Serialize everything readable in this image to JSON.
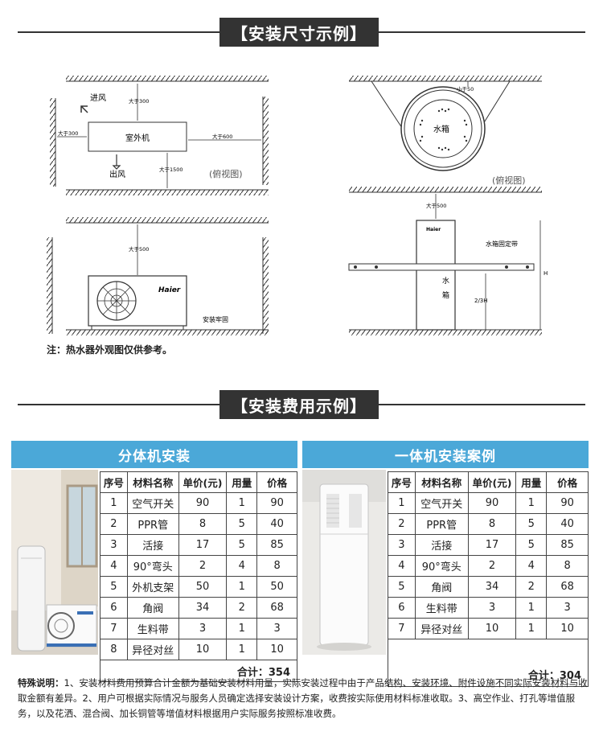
{
  "section1": {
    "title": "【安装尺寸示例】"
  },
  "diagram": {
    "outdoor_top": {
      "unit_label": "室外机",
      "air_in": "进风",
      "air_out": "出风",
      "gap_top": "大于300",
      "gap_left": "大于300",
      "gap_right": "大于600",
      "gap_bottom": "大于1500",
      "view": "(俯视图)"
    },
    "tank_top": {
      "tank_label": "水箱",
      "gap_top": "小于50",
      "view": "(俯视图)"
    },
    "outdoor_front": {
      "gap_top": "大于500",
      "brand": "Haier",
      "secure": "安装牢固"
    },
    "tank_side": {
      "gap_top": "大于500",
      "brand": "Haier",
      "strap": "水箱固定带",
      "tank_v1": "水",
      "tank_v2": "箱",
      "height": "H",
      "two_thirds": "2/3H"
    }
  },
  "note": "注：热水器外观图仅供参考。",
  "section2": {
    "title": "【安装费用示例】"
  },
  "split": {
    "heading": "分体机安装",
    "columns": [
      "序号",
      "材料名称",
      "单价(元)",
      "用量",
      "价格"
    ],
    "rows": [
      [
        "1",
        "空气开关",
        "90",
        "1",
        "90"
      ],
      [
        "2",
        "PPR管",
        "8",
        "5",
        "40"
      ],
      [
        "3",
        "活接",
        "17",
        "5",
        "85"
      ],
      [
        "4",
        "90°弯头",
        "2",
        "4",
        "8"
      ],
      [
        "5",
        "外机支架",
        "50",
        "1",
        "50"
      ],
      [
        "6",
        "角阀",
        "34",
        "2",
        "68"
      ],
      [
        "7",
        "生料带",
        "3",
        "1",
        "3"
      ],
      [
        "8",
        "异径对丝",
        "10",
        "1",
        "10"
      ]
    ],
    "total": "合计：354"
  },
  "integrated": {
    "heading": "一体机安装案例",
    "columns": [
      "序号",
      "材料名称",
      "单价(元)",
      "用量",
      "价格"
    ],
    "rows": [
      [
        "1",
        "空气开关",
        "90",
        "1",
        "90"
      ],
      [
        "2",
        "PPR管",
        "8",
        "5",
        "40"
      ],
      [
        "3",
        "活接",
        "17",
        "5",
        "85"
      ],
      [
        "4",
        "90°弯头",
        "2",
        "4",
        "8"
      ],
      [
        "5",
        "角阀",
        "34",
        "2",
        "68"
      ],
      [
        "6",
        "生料带",
        "3",
        "1",
        "3"
      ],
      [
        "7",
        "异径对丝",
        "10",
        "1",
        "10"
      ]
    ],
    "total": "合计：304"
  },
  "special": {
    "label": "特殊说明：",
    "text": "1、安装材料费用预算合计金额为基础安装材料用量，实际安装过程中由于产品结构、安装环境、附件设施不同实际安装材料与收取金额有差异。2、用户可根据实际情况与服务人员确定选择安装设计方案，收费按实际使用材料标准收取。3、高空作业、打孔等增值服务，以及花洒、混合阀、加长铜管等增值材料根据用户实际服务按照标准收费。"
  },
  "colors": {
    "accent": "#4ba8d8",
    "title_bg": "#333333"
  }
}
